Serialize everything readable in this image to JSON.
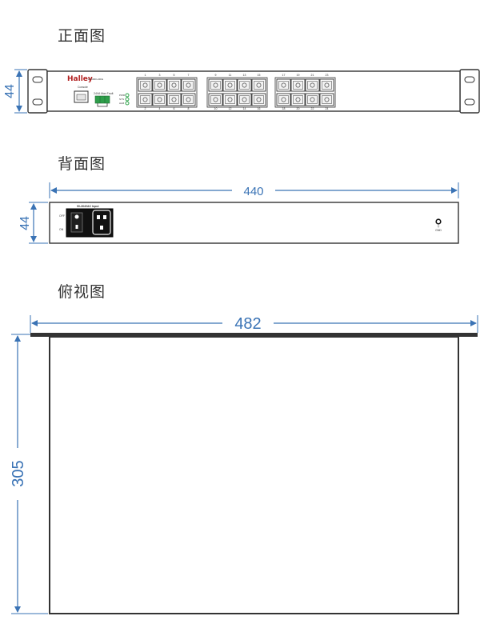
{
  "front_view": {
    "title": "正面图",
    "height_label": "44",
    "brand": "Halley",
    "model_text": "HY3000-24FE",
    "console_label": "Console",
    "power_label": "24VA Max Fault",
    "led_labels": [
      "PWR",
      "SYS",
      "ALM"
    ],
    "top_numbers": [
      "1",
      "3",
      "5",
      "7",
      "9",
      "11",
      "13",
      "15",
      "17",
      "19",
      "21",
      "23"
    ],
    "bottom_numbers": [
      "2",
      "4",
      "6",
      "8",
      "10",
      "12",
      "14",
      "16",
      "18",
      "20",
      "22",
      "24"
    ]
  },
  "back_view": {
    "title": "背面图",
    "width_label": "440",
    "height_label": "44",
    "input_label": "90-264VAC Input",
    "off_label": "OFF",
    "on_label": "ON",
    "gnd_label": "GND"
  },
  "top_view": {
    "title": "俯视图",
    "width_label": "482",
    "depth_label": "305"
  },
  "colors": {
    "dimension": "#3a73b5",
    "outline": "#333333",
    "led": "#2fa34a",
    "terminal": "#2e9e4a"
  }
}
